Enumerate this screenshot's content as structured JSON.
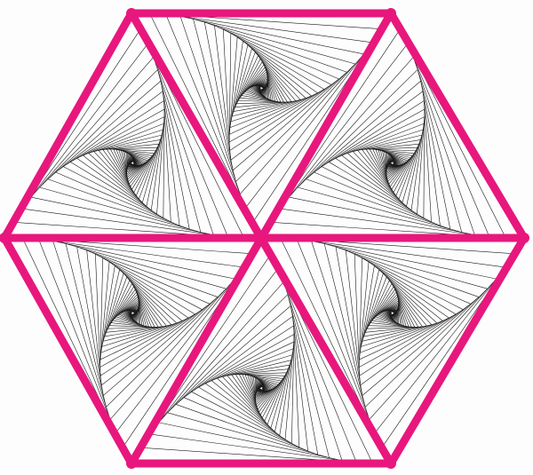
{
  "figure": {
    "outline_color": "#e8177d",
    "string_color": "#1a1a1a",
    "background_color": "#fdfdfd",
    "triangle_count": 6,
    "nested_levels": 3,
    "lines_per_edge": 26
  }
}
